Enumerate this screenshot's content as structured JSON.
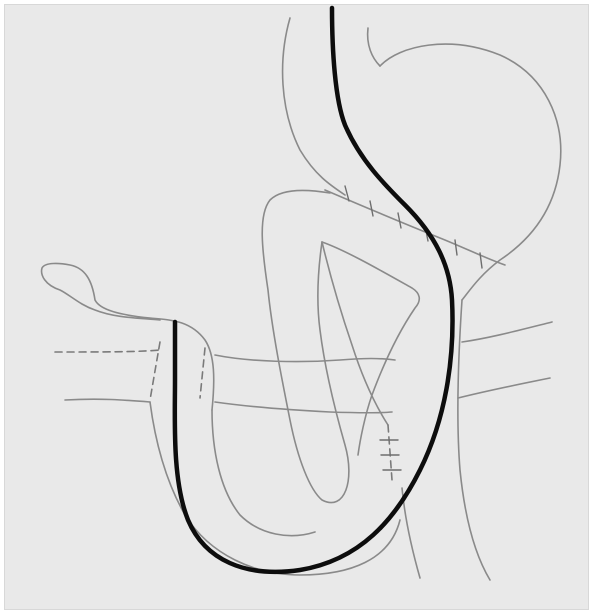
{
  "figure": {
    "background_color": "#e9e9e9",
    "outline_color": "#8a8a8a",
    "scope_color": "#0d0d0d",
    "structures": [
      "esophagus",
      "gastric-remnant",
      "afferent-limb",
      "duodenal-stump",
      "small-bowel",
      "anastomosis-suture-line",
      "endoscope-path"
    ]
  }
}
